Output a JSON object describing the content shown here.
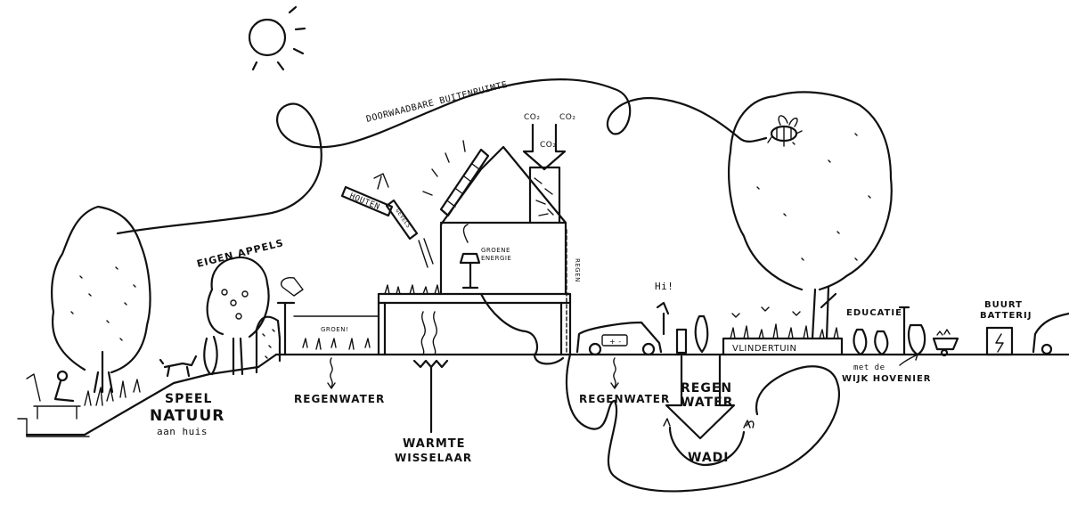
{
  "labels": {
    "path_title": "DOORWAADBARE BUITENRUIMTE",
    "co2_1": "CO₂",
    "co2_2": "CO₂",
    "co2_3": "CO₂",
    "houten": "HOUTEN",
    "gevels": "GEVELS",
    "groene_energie_1": "GROENE",
    "groene_energie_2": "ENERGIE",
    "regen_vertical": "REGEN",
    "eigen_appels": "EIGEN APPELS",
    "groen": "GROEN!",
    "speel": "SPEEL",
    "natuur": "NATUUR",
    "aan_huis": "aan huis",
    "regenwater_left": "REGENWATER",
    "warmte": "WARMTE",
    "wisselaar": "WISSELAAR",
    "regenwater_mid": "REGENWATER",
    "regen_arrow_1": "REGEN",
    "regen_arrow_2": "WATER",
    "wadi": "WADI",
    "hi": "Hi!",
    "vlindertuin": "VLINDERTUIN",
    "educatie": "EDUCATIE",
    "met_de": "met de",
    "wijk_hoventer": "WIJK HOVENIER",
    "buurt": "BUURT",
    "batterij": "BATTERIJ"
  },
  "icons": [
    "sun-icon",
    "bee-icon",
    "solar-panel-icon",
    "lamp-icon",
    "car-icon",
    "battery-icon",
    "dog-icon",
    "person-icon",
    "wheelbarrow-icon"
  ]
}
